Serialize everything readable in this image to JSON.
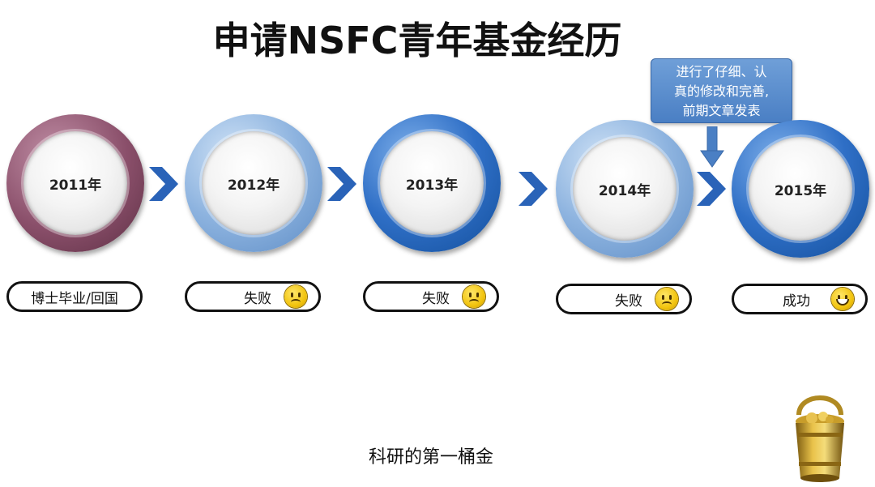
{
  "title": "申请NSFC青年基金经历",
  "timeline": [
    {
      "year": "2011年",
      "status": "博士毕业/回国",
      "style": "maroon",
      "emoji": "none"
    },
    {
      "year": "2012年",
      "status": "失败",
      "style": "light",
      "emoji": "sad-face-icon"
    },
    {
      "year": "2013年",
      "status": "失败",
      "style": "dark",
      "emoji": "sad-face-icon"
    },
    {
      "year": "2014年",
      "status": "失败",
      "style": "light",
      "emoji": "sad-face-icon"
    },
    {
      "year": "2015年",
      "status": "成功",
      "style": "dark",
      "emoji": "happy-face-icon"
    }
  ],
  "callout": {
    "lines": [
      "进行了仔细、认",
      "真的修改和完善,",
      "前期文章发表"
    ]
  },
  "caption": "科研的第一桶金",
  "colors": {
    "maroon": "#8a4f6a",
    "light_blue": "#8db3df",
    "dark_blue": "#2f6fc6",
    "chevron": "#2a63b8",
    "callout": "#5a8ccc"
  }
}
